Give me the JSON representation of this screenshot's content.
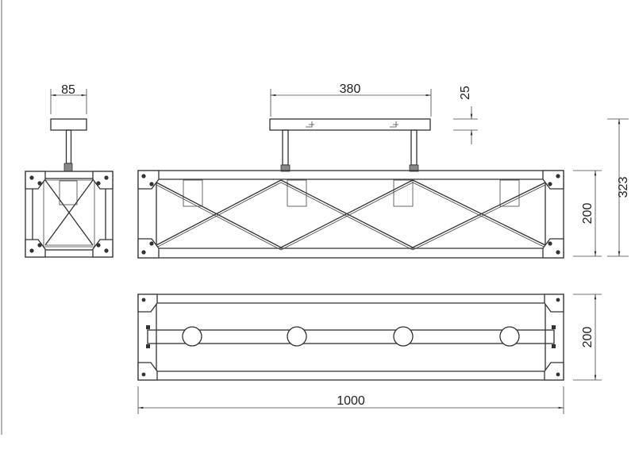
{
  "dimensions": {
    "side_canopy_width": "85",
    "front_rod_spacing": "380",
    "canopy_height": "25",
    "body_height_front": "200",
    "total_height": "323",
    "body_depth_bottom": "200",
    "total_length": "1000"
  }
}
